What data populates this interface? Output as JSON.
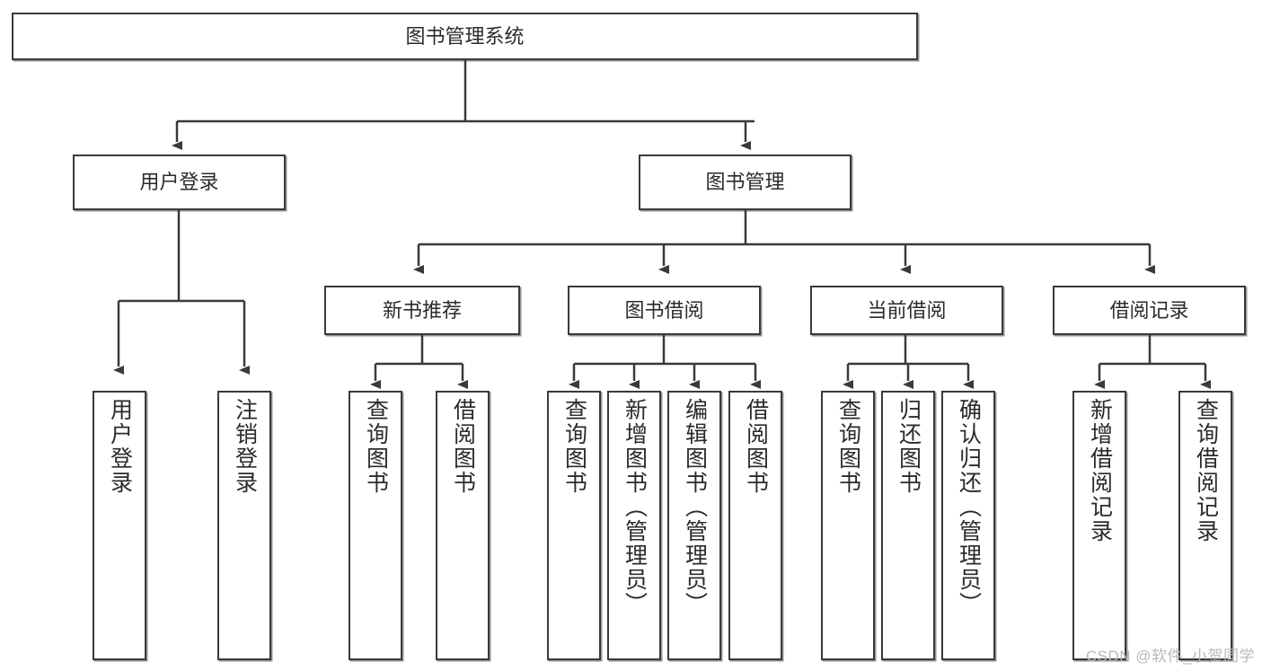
{
  "diagram": {
    "title": "图书管理系统",
    "watermark": "CSDN @软件_小贺同学",
    "type": "tree-hierarchy",
    "root": {
      "label": "图书管理系统"
    },
    "level2": [
      {
        "label": "用户登录"
      },
      {
        "label": "图书管理"
      }
    ],
    "level3": [
      {
        "label": "新书推荐"
      },
      {
        "label": "图书借阅"
      },
      {
        "label": "当前借阅"
      },
      {
        "label": "借阅记录"
      }
    ],
    "leaves": {
      "user_login": [
        {
          "label": "用户登录"
        },
        {
          "label": "注销登录"
        }
      ],
      "new_book_recommend": [
        {
          "label": "查询图书"
        },
        {
          "label": "借阅图书"
        }
      ],
      "book_borrow": [
        {
          "label": "查询图书"
        },
        {
          "label": "新增图书（管理员）"
        },
        {
          "label": "编辑图书（管理员）"
        },
        {
          "label": "借阅图书"
        }
      ],
      "current_borrow": [
        {
          "label": "查询图书"
        },
        {
          "label": "归还图书"
        },
        {
          "label": "确认归还（管理员）"
        }
      ],
      "borrow_records": [
        {
          "label": "新增借阅记录"
        },
        {
          "label": "查询借阅记录"
        }
      ]
    },
    "colors": {
      "stroke": "#3a3a3a",
      "fill": "#ffffff",
      "text": "#2b2b2b",
      "watermark": "#b9b9b9"
    }
  }
}
